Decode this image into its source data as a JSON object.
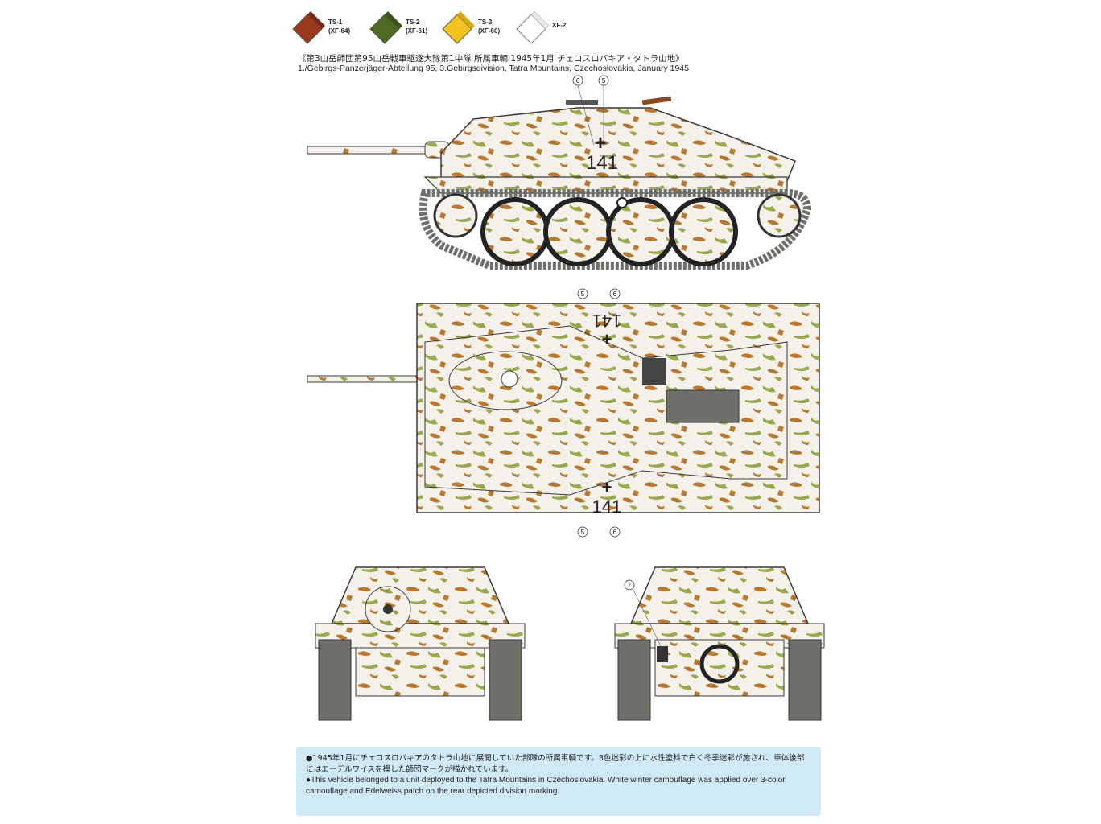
{
  "paints": [
    {
      "code": "TS-1",
      "ref": "(XF-64)",
      "color": "#9a3a1c"
    },
    {
      "code": "TS-2",
      "ref": "(XF-61)",
      "color": "#4e6a22"
    },
    {
      "code": "TS-3",
      "ref": "(XF-60)",
      "color": "#f2c21e"
    },
    {
      "code": "XF-2",
      "ref": "",
      "color": "#ffffff"
    }
  ],
  "title_jp": "《第3山岳師団第95山岳戦車駆逐大隊第1中隊 所属車輌 1945年1月 チェコスロバキア・タトラ山地》",
  "title_en": "1./Gebirgs-Panzerjäger-Abteilung 95, 3.Gebirgsdivision, Tatra Mountains, Czechoslovakia, January 1945",
  "side_view": {
    "number": "141",
    "callouts": [
      "6",
      "5"
    ]
  },
  "top_view": {
    "number_rear": "141",
    "number_front": "141",
    "callouts_top": [
      "5",
      "6"
    ],
    "callouts_bottom": [
      "5",
      "6"
    ]
  },
  "rear_view": {
    "callouts": [
      "7"
    ]
  },
  "note": {
    "jp": "●1945年1月にチェコスロバキアのタトラ山地に展開していた部隊の所属車輌です。3色迷彩の上に水性塗料で白く冬季迷彩が施され、車体後部にはエーデルワイスを模した師団マークが描かれています。",
    "en": "●This vehicle belonged to a unit deployed to the Tatra Mountains in Czechoslovakia. White winter camouflage was applied over 3-color camouflage and Edelweiss patch on the rear depicted division marking."
  },
  "camo_colors": {
    "brown": "#b8782f",
    "green": "#9aa84e",
    "white": "#f4f1ea",
    "track": "#6f6f6a",
    "outline": "#3a3a38"
  }
}
